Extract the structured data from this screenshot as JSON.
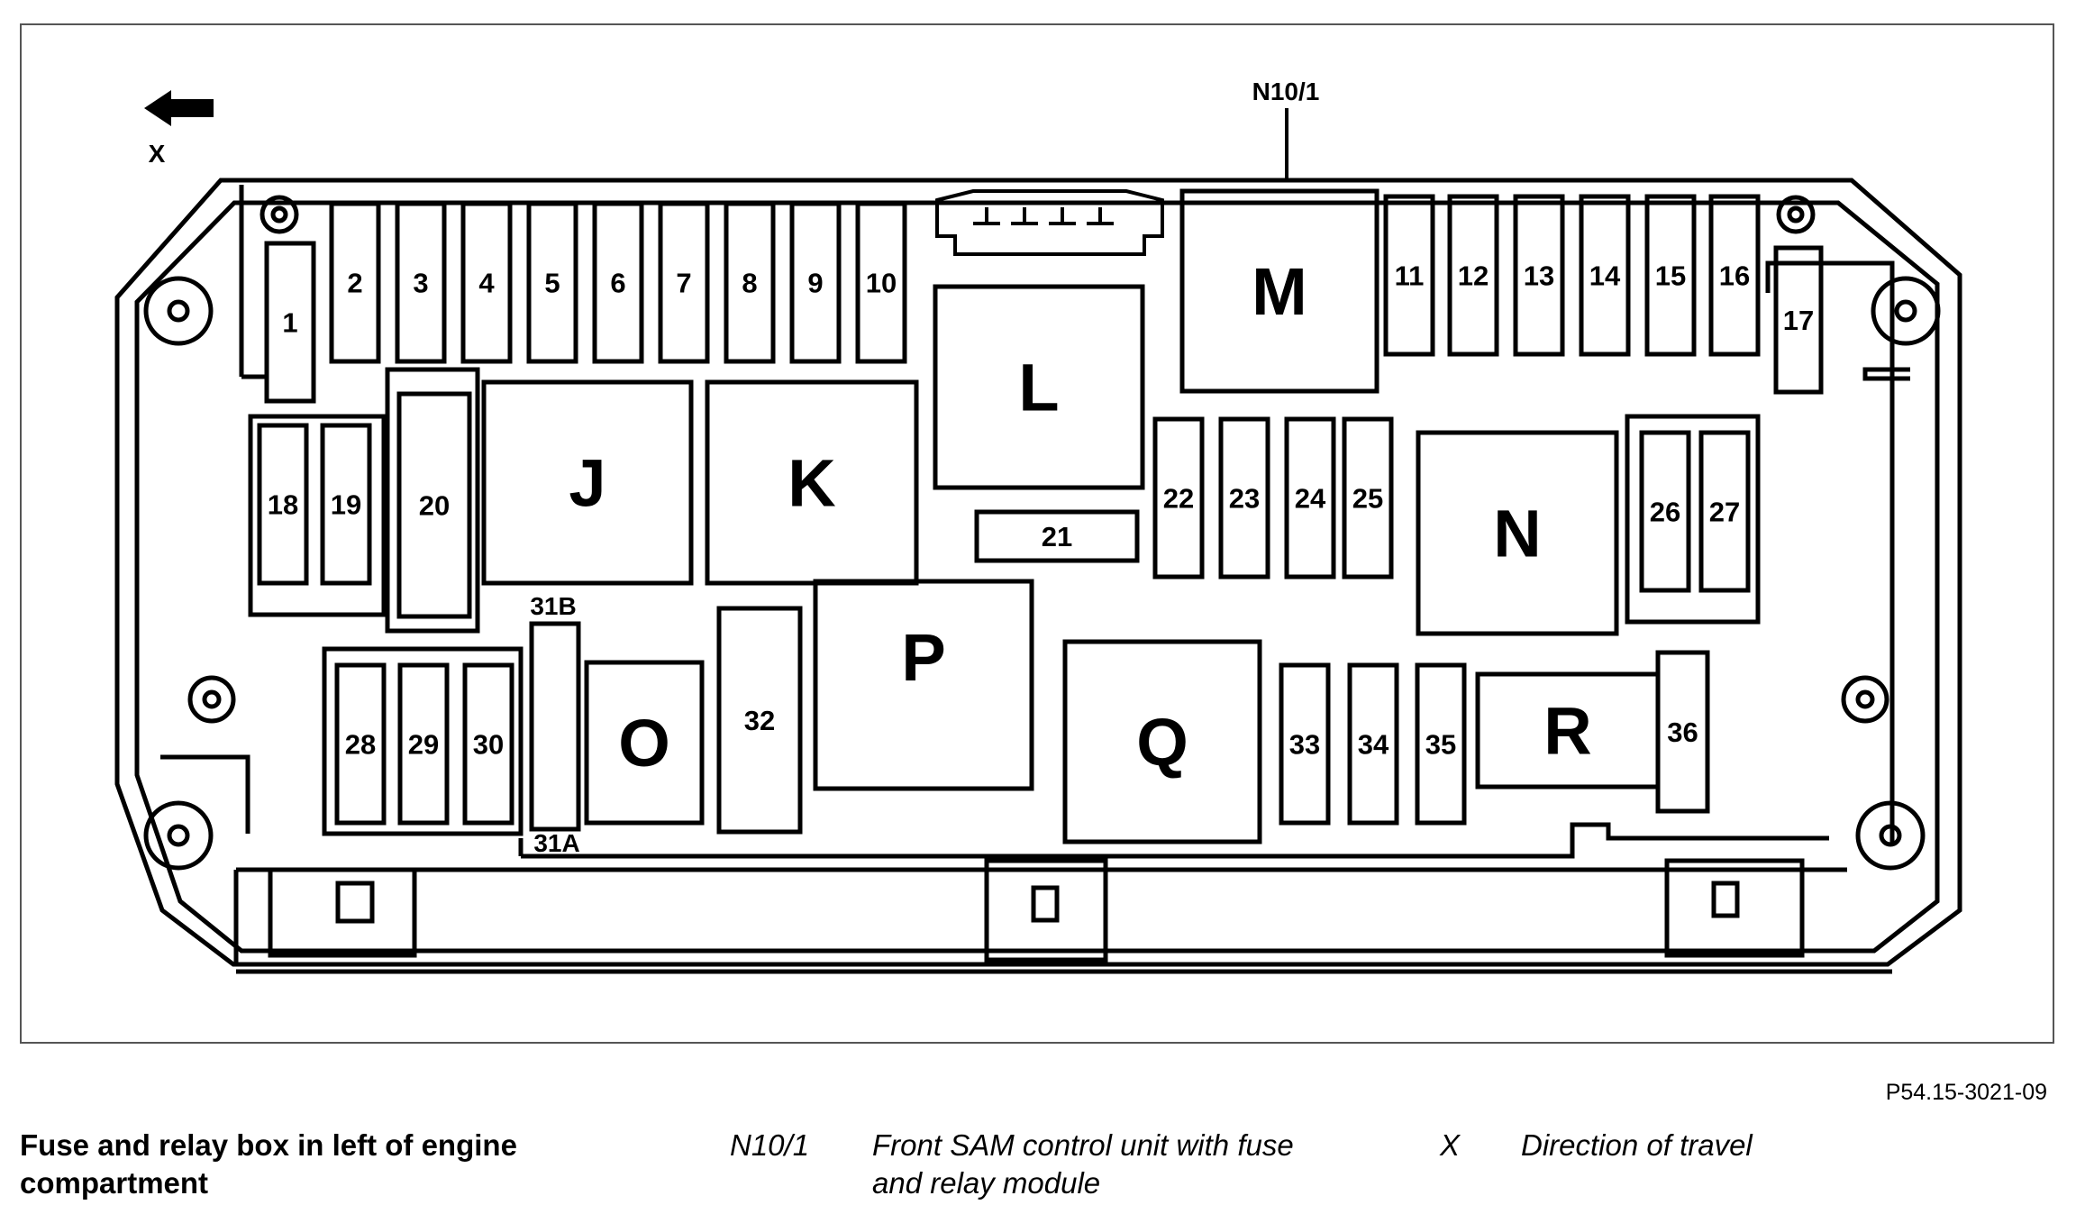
{
  "diagram": {
    "module_label": "N10/1",
    "direction_label": "X",
    "fuses": [
      "1",
      "2",
      "3",
      "4",
      "5",
      "6",
      "7",
      "8",
      "9",
      "10",
      "11",
      "12",
      "13",
      "14",
      "15",
      "16",
      "17",
      "18",
      "19",
      "20",
      "21",
      "22",
      "23",
      "24",
      "25",
      "26",
      "27",
      "28",
      "29",
      "30",
      "32",
      "33",
      "34",
      "35",
      "36"
    ],
    "fuse_31A": "31A",
    "fuse_31B": "31B",
    "relays": [
      "J",
      "K",
      "L",
      "M",
      "N",
      "O",
      "P",
      "Q",
      "R"
    ]
  },
  "caption": {
    "reference": "P54.15-3021-09",
    "title": "Fuse and relay box in left of engine compartment",
    "legend": [
      {
        "code": "N10/1",
        "description": "Front SAM control unit with fuse and relay module"
      },
      {
        "code": "X",
        "description": "Direction of travel"
      }
    ]
  }
}
